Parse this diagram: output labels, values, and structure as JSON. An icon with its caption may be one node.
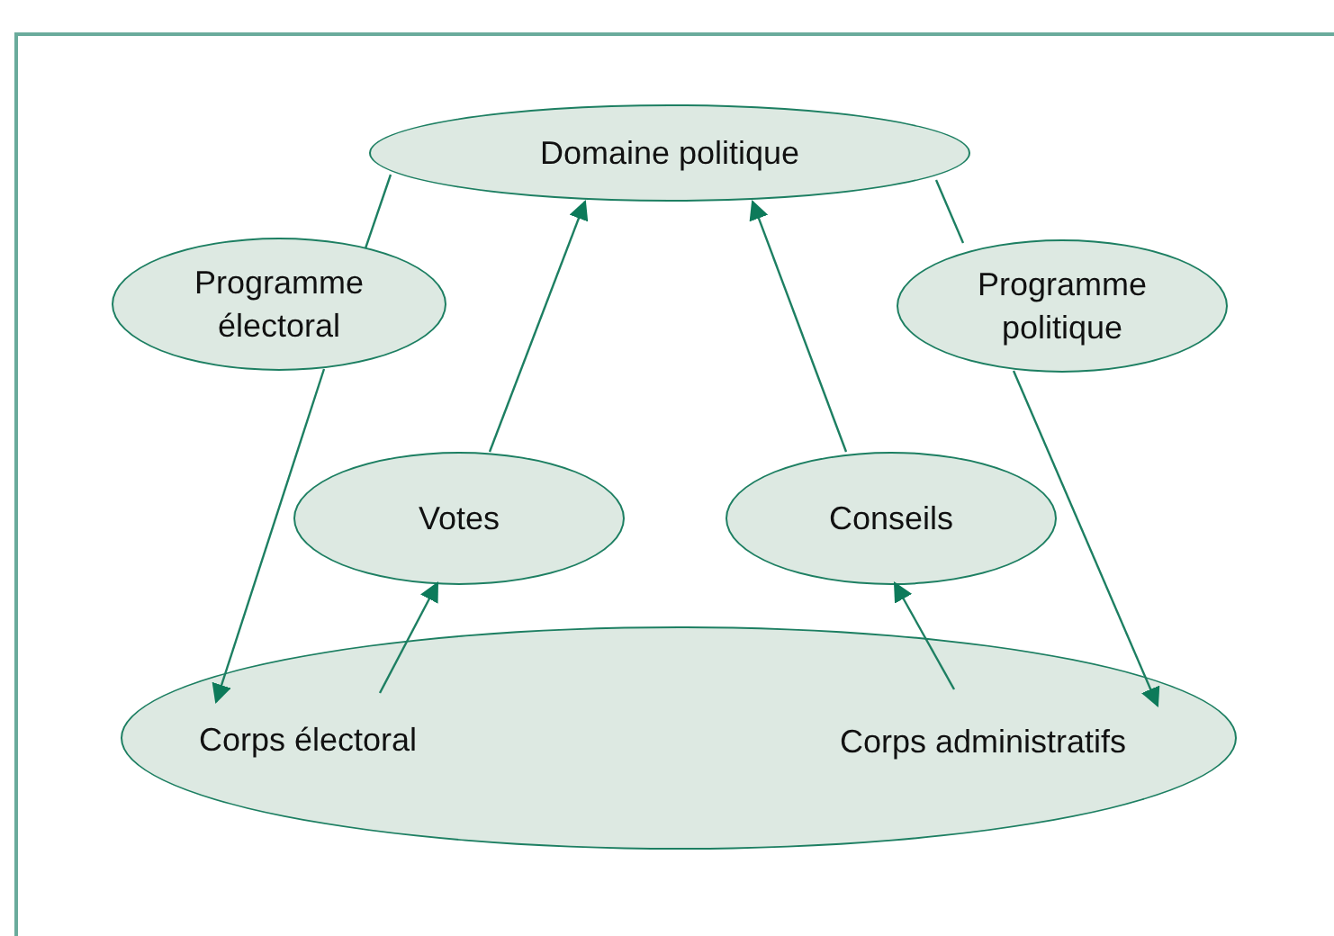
{
  "diagram": {
    "nodes": [
      {
        "text": [
          "Domaine politique"
        ]
      },
      {
        "text": [
          "Programme électoral"
        ]
      },
      {
        "text": [
          "Programme politique"
        ]
      },
      {
        "text": [
          "Votes"
        ]
      },
      {
        "text": [
          "Conseils"
        ]
      },
      {
        "text": [
          "Corps électoral",
          "Corps administratifs"
        ]
      }
    ],
    "edges": [
      {
        "from": 0,
        "to": 1,
        "arrow": "none"
      },
      {
        "from": 0,
        "to": 2,
        "arrow": "none"
      },
      {
        "from": 1,
        "to": 5,
        "arrow": "to"
      },
      {
        "from": 3,
        "to": 0,
        "arrow": "to"
      },
      {
        "from": 4,
        "to": 0,
        "arrow": "to"
      },
      {
        "from": 2,
        "to": 5,
        "arrow": "to"
      },
      {
        "from": 5,
        "to": 3,
        "arrow": "to"
      },
      {
        "from": 5,
        "to": 4,
        "arrow": "to"
      }
    ]
  }
}
